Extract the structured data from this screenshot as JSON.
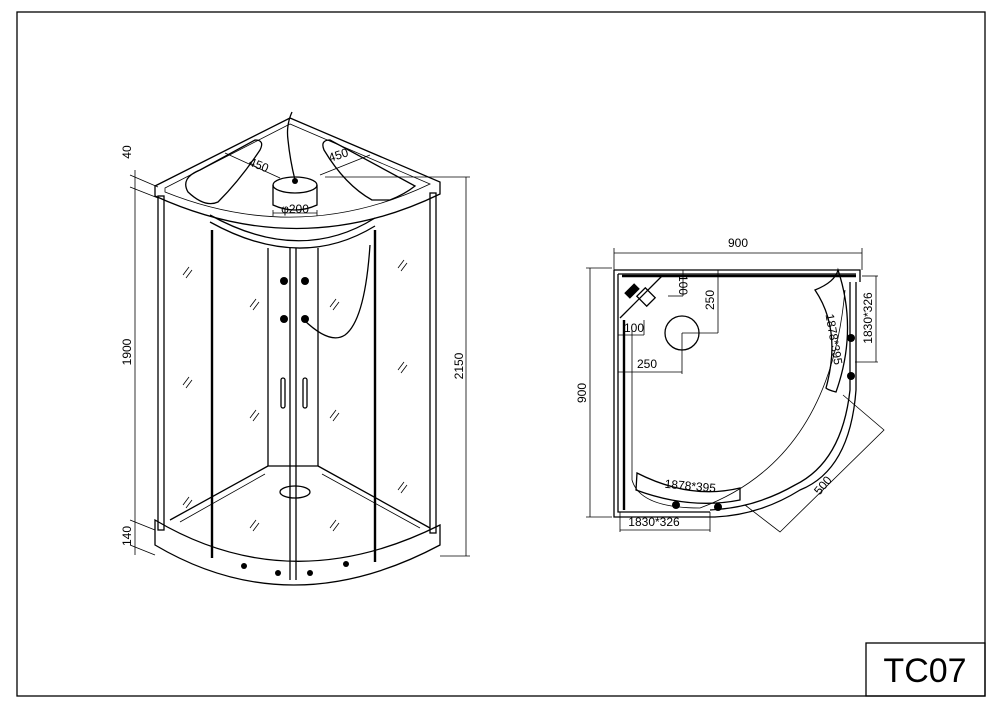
{
  "drawing": {
    "model_code": "TC07",
    "perspective_view": {
      "dims": {
        "top_thickness": "40",
        "cabin_height": "1900",
        "tray_height": "140",
        "total_height": "2150",
        "canopy_left": "450",
        "canopy_right": "450",
        "canopy_diameter": "φ200"
      }
    },
    "plan_view": {
      "dims": {
        "width": "900",
        "depth": "900",
        "drain_x": "250",
        "drain_y": "250",
        "corner_x": "100",
        "corner_y": "100",
        "door_opening": "500",
        "curved_panel_right": "1878*395",
        "curved_panel_bottom": "1878*395",
        "flat_panel_right": "1830*326",
        "flat_panel_bottom": "1830*326"
      }
    }
  }
}
